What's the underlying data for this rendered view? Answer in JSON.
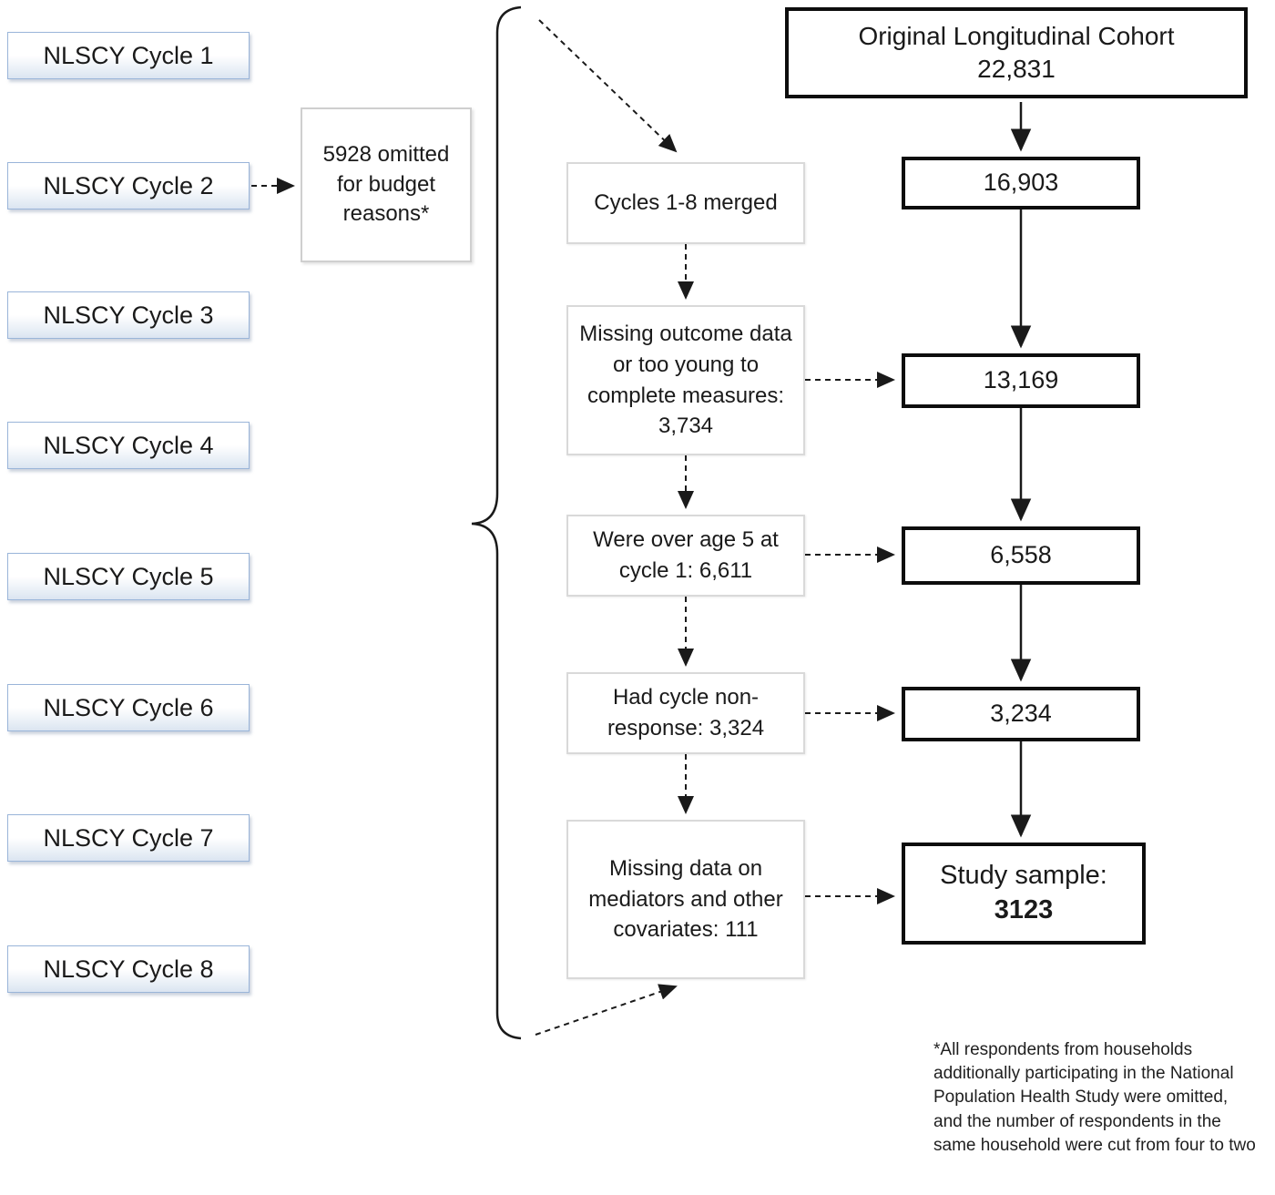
{
  "colors": {
    "cycle_box_border": "#9ab5d9",
    "soft_box_border": "#d9d9d9",
    "strong_box_border": "#0d0d0d",
    "arrow": "#1a1a1a"
  },
  "left_column": {
    "cycles": [
      {
        "label": "NLSCY Cycle 1"
      },
      {
        "label": "NLSCY Cycle 2"
      },
      {
        "label": "NLSCY Cycle 3"
      },
      {
        "label": "NLSCY Cycle 4"
      },
      {
        "label": "NLSCY Cycle 5"
      },
      {
        "label": "NLSCY Cycle 6"
      },
      {
        "label": "NLSCY Cycle 7"
      },
      {
        "label": "NLSCY Cycle 8"
      }
    ],
    "omitted_note": "5928 omitted for budget reasons*"
  },
  "middle_column": {
    "steps": [
      "Cycles 1-8 merged",
      "Missing outcome data or too young to complete measures: 3,734",
      "Were over age 5 at cycle 1: 6,611",
      "Had cycle non-response: 3,324",
      "Missing data on mediators and other covariates: 111"
    ]
  },
  "right_column": {
    "cohort": {
      "title": "Original Longitudinal Cohort",
      "value": "22,831"
    },
    "counts": [
      "16,903",
      "13,169",
      "6,558",
      "3,234"
    ],
    "study_sample": {
      "label": "Study sample:",
      "value": "3123"
    }
  },
  "footnote": "*All respondents from households additionally participating in the National Population Health Study were omitted, and the number of respondents in the same household were cut from four to two"
}
